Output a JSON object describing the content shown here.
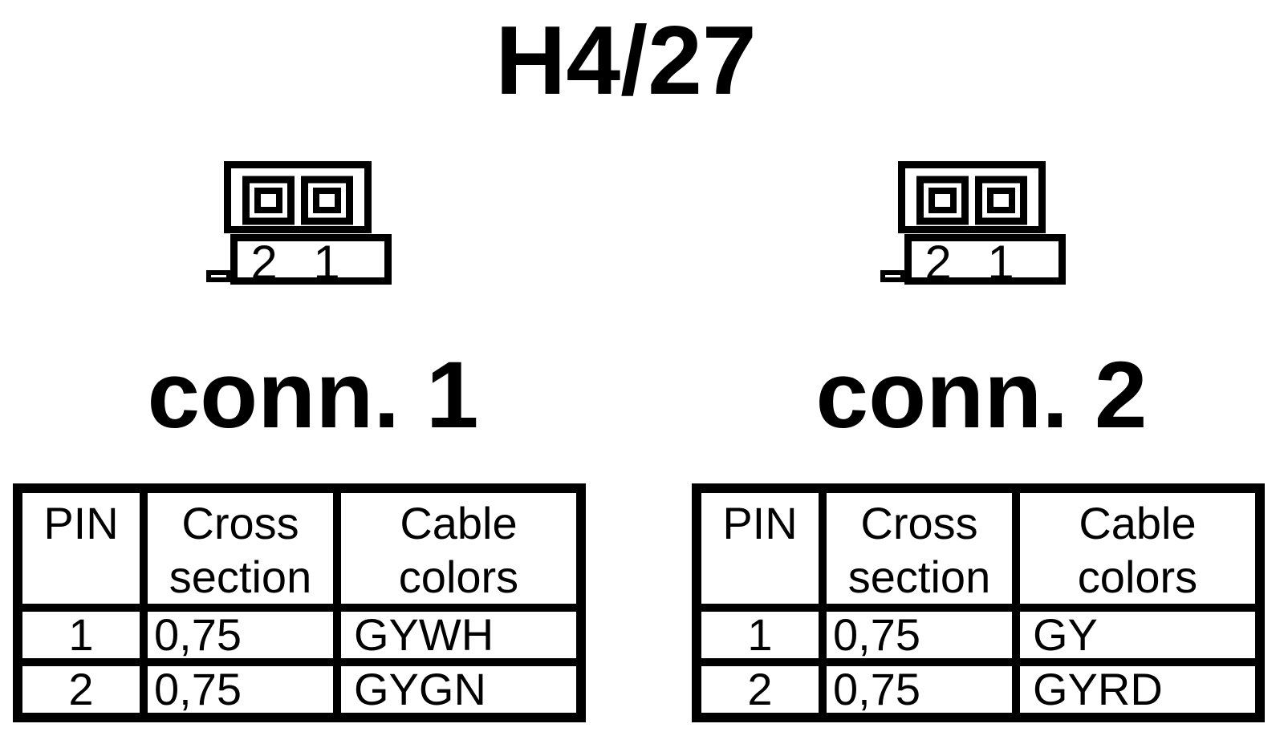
{
  "page": {
    "title": "H4/27"
  },
  "colors": {
    "ink": "#000000",
    "background": "#ffffff"
  },
  "connectors": [
    {
      "label": "conn. 1",
      "diagram": {
        "pin_numbers": [
          "2",
          "1"
        ]
      },
      "table": {
        "headers": [
          "PIN",
          "Cross section",
          "Cable colors"
        ],
        "rows": [
          {
            "pin": "1",
            "cross_section": "0,75",
            "cable_color": "GYWH"
          },
          {
            "pin": "2",
            "cross_section": "0,75",
            "cable_color": "GYGN"
          }
        ]
      }
    },
    {
      "label": "conn. 2",
      "diagram": {
        "pin_numbers": [
          "2",
          "1"
        ]
      },
      "table": {
        "headers": [
          "PIN",
          "Cross section",
          "Cable colors"
        ],
        "rows": [
          {
            "pin": "1",
            "cross_section": "0,75",
            "cable_color": "GY"
          },
          {
            "pin": "2",
            "cross_section": "0,75",
            "cable_color": "GYRD"
          }
        ]
      }
    }
  ]
}
